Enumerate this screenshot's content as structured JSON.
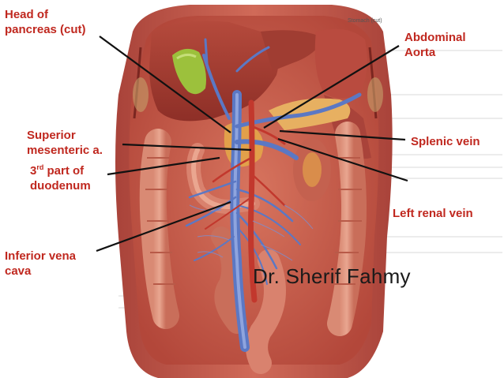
{
  "labels": {
    "head_of_pancreas": {
      "line1": "Head of",
      "line2": "pancreas (cut)"
    },
    "abdominal_aorta": {
      "line1": "Abdominal",
      "line2": "Aorta"
    },
    "superior_mesenteric": {
      "line1": "Superior",
      "line2": "mesenteric a."
    },
    "splenic_vein": {
      "line1": "Splenic vein"
    },
    "third_part_duodenum": {
      "ord_num": "3",
      "ord_sup": "rd",
      "line1_rest": " part of",
      "line2": "duodenum"
    },
    "left_renal_vein": {
      "line1": "Left renal vein"
    },
    "inferior_vena_cava": {
      "line1": "Inferior vena",
      "line2": "cava"
    }
  },
  "inset_text": "Stomach (cut)",
  "watermark": "Dr. Sherif Fahmy",
  "colors": {
    "label_text": "#c0281f",
    "pointer_line": "#111111",
    "vein_blue": "#5b78c4",
    "artery_red": "#c2382d",
    "muscle": "#c8584a",
    "liver": "#a8382e",
    "gallbladder": "#9cc13c",
    "fat": "#e2a04a"
  }
}
